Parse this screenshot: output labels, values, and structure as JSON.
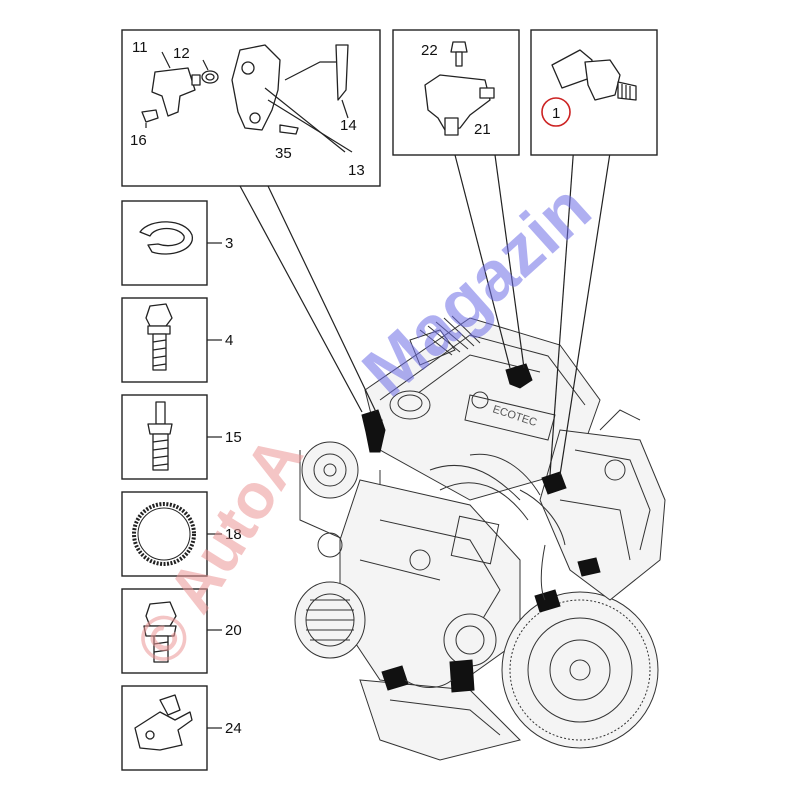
{
  "callouts": {
    "n11": "11",
    "n12": "12",
    "n16": "16",
    "n35": "35",
    "n13": "13",
    "n14": "14",
    "n22": "22",
    "n21": "21",
    "n1": "1",
    "n3": "3",
    "n4": "4",
    "n15": "15",
    "n18": "18",
    "n20": "20",
    "n24": "24"
  },
  "engine": {
    "logo_text": "ECOTEC"
  },
  "watermark": {
    "blue_text": "Magazin",
    "red_text": "© AutoA"
  },
  "colors": {
    "highlight_circle": "#cc2222",
    "watermark_blue": "#6e6ee6",
    "watermark_red": "#eb9696"
  }
}
